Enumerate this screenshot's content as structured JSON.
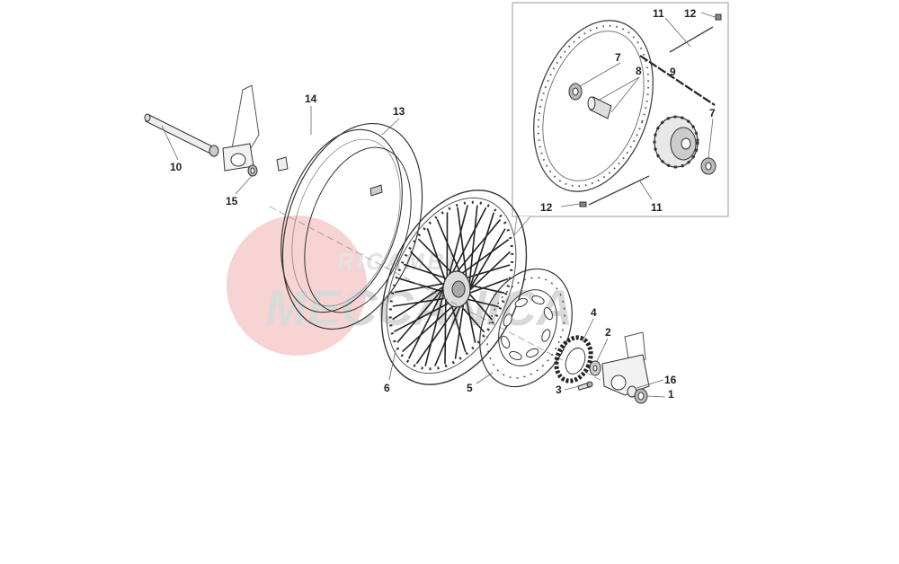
{
  "watermark": {
    "line1": "RICAMBI",
    "line2": "MECCANICA",
    "colors": {
      "disc": "#f7d3d3",
      "text": "#d9d9d9"
    }
  },
  "callouts": {
    "c1": "1",
    "c2": "2",
    "c3": "3",
    "c4": "4",
    "c5": "5",
    "c6": "6",
    "c7a": "7",
    "c7b": "7",
    "c8": "8",
    "c9": "9",
    "c10": "10",
    "c11a": "11",
    "c11b": "11",
    "c12a": "12",
    "c12b": "12",
    "c13": "13",
    "c14": "14",
    "c15": "15",
    "c16": "16"
  },
  "colors": {
    "line": "#333333",
    "detail": "#777777",
    "box": "#999999"
  }
}
